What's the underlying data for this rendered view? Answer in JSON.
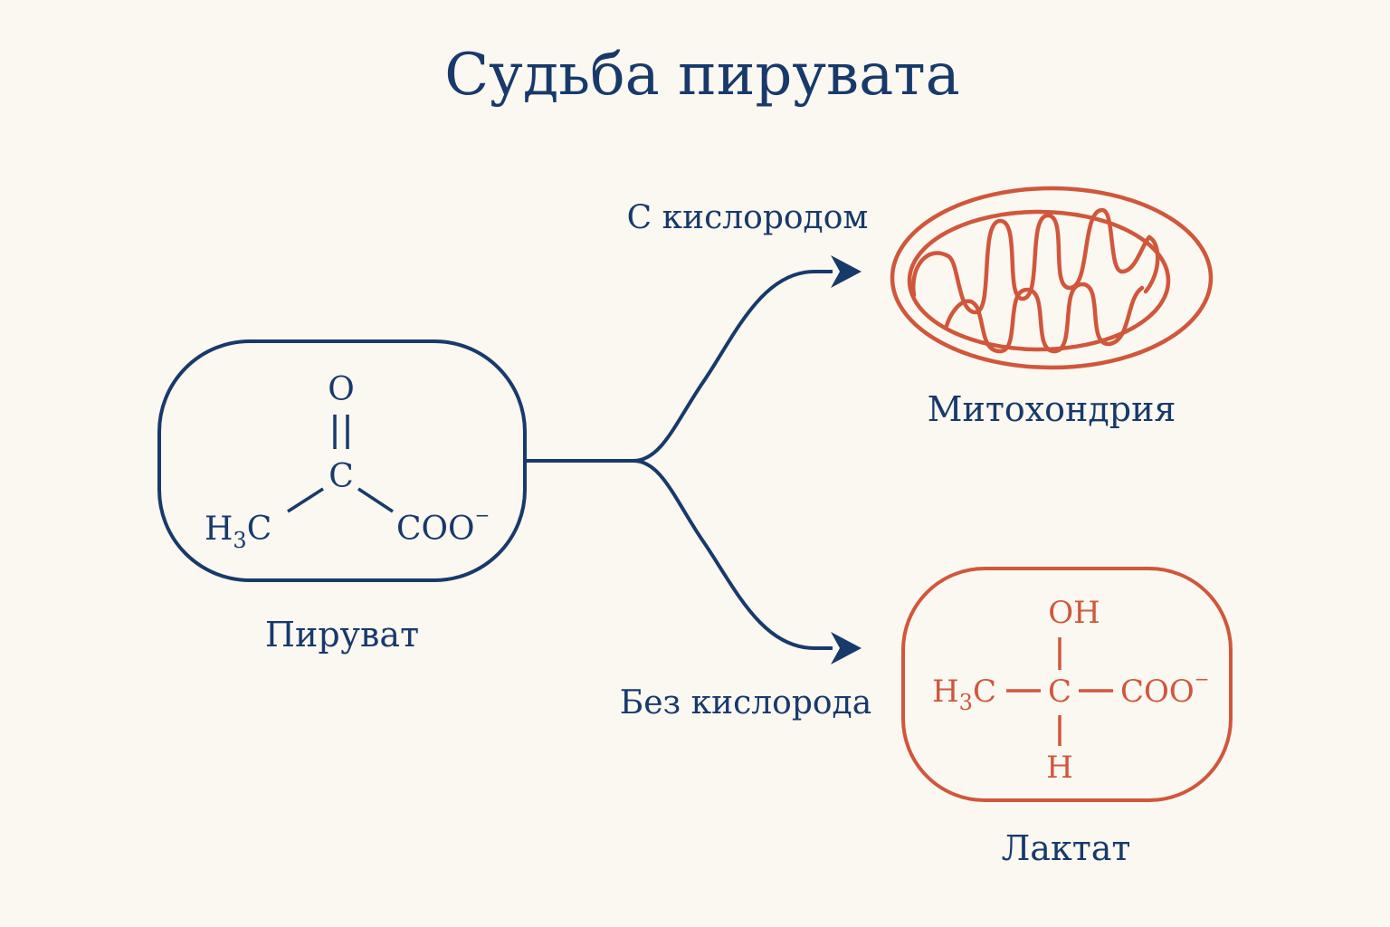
{
  "title": "Судьба пирувата",
  "colors": {
    "navy": "#173a6b",
    "accent": "#d0573b",
    "background": "#fbf7f1"
  },
  "pyruvate": {
    "label": "Пируват",
    "atoms": {
      "o": "O",
      "c": "C",
      "h": "H",
      "h_sub": "3",
      "h_c": "C",
      "coo": "COO",
      "charge": "−"
    }
  },
  "branches": {
    "with_oxygen": "С кислородом",
    "without_oxygen": "Без кислорода"
  },
  "mitochondria": {
    "label": "Митохондрия",
    "icon": "mitochondrion-icon"
  },
  "lactate": {
    "label": "Лактат",
    "atoms": {
      "oh": "OH",
      "h": "H",
      "h_sub": "3",
      "h_c": "C",
      "c": "C",
      "coo": "COO",
      "charge": "−",
      "h_bottom": "H"
    }
  }
}
